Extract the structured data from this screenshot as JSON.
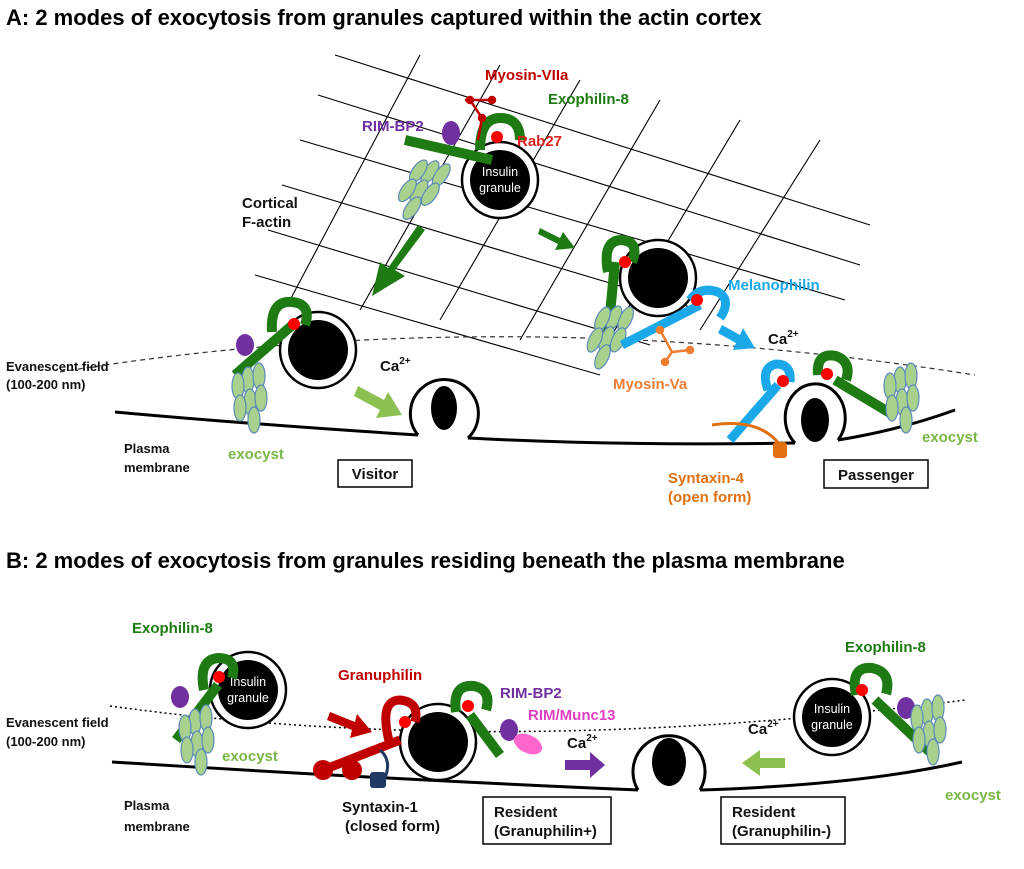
{
  "panel_a": {
    "title": "A: 2 modes of exocytosis from granules captured within the actin cortex",
    "labels": {
      "myosin_viia": "Myosin-VIIa",
      "exophilin8": "Exophilin-8",
      "rim_bp2": "RIM-BP2",
      "rab27": "Rab27",
      "insulin_granule_1": "Insulin",
      "insulin_granule_2": "granule",
      "cortical_factin_1": "Cortical",
      "cortical_factin_2": "F-actin",
      "melanophilin": "Melanophilin",
      "ca_left": "Ca",
      "ca_right": "Ca",
      "ca_sup": "2+",
      "myosin_va": "Myosin-Va",
      "evanescent_1": "Evanescent field",
      "evanescent_2": "(100-200 nm)",
      "plasma_1": "Plasma",
      "plasma_2": "membrane",
      "exocyst_left": "exocyst",
      "exocyst_right": "exocyst",
      "visitor": "Visitor",
      "passenger": "Passenger",
      "syntaxin4_1": "Syntaxin-4",
      "syntaxin4_2": "(open form)"
    }
  },
  "panel_b": {
    "title": "B: 2 modes of exocytosis from granules residing beneath the plasma membrane",
    "labels": {
      "exophilin8_left": "Exophilin-8",
      "exophilin8_right": "Exophilin-8",
      "insulin_left_1": "Insulin",
      "insulin_left_2": "granule",
      "insulin_right_1": "Insulin",
      "insulin_right_2": "granule",
      "granuphilin": "Granuphilin",
      "rim_bp2": "RIM-BP2",
      "rim_munc13": "RIM/Munc13",
      "evanescent_1": "Evanescent field",
      "evanescent_2": "(100-200 nm)",
      "exocyst_left": "exocyst",
      "exocyst_right": "exocyst",
      "ca_mid": "Ca",
      "ca_right": "Ca",
      "ca_sup": "2+",
      "plasma_1": "Plasma",
      "plasma_2": "membrane",
      "syntaxin1_1": "Syntaxin-1",
      "syntaxin1_2": "(closed form)",
      "resident_plus_1": "Resident",
      "resident_plus_2": "(Granuphilin+)",
      "resident_minus_1": "Resident",
      "resident_minus_2": "(Granuphilin-)"
    }
  },
  "colors": {
    "exophilin": "#1e7a12",
    "exocyst": "#a9d18e",
    "rab27": "#ff0000",
    "myosin_viia": "#c00000",
    "melanophilin": "#1aa8e8",
    "myosin_va": "#ed7d31",
    "granuphilin": "#c00000",
    "rim_bp2": "#7030a0",
    "rim_munc13": "#ff66cc",
    "syntaxin1": "#1f3864",
    "syntaxin4": "#e07010",
    "ca_arrow_light": "#8cc152",
    "ca_arrow_purple": "#7030a0",
    "ca_arrow_blue": "#1aa8e8"
  }
}
